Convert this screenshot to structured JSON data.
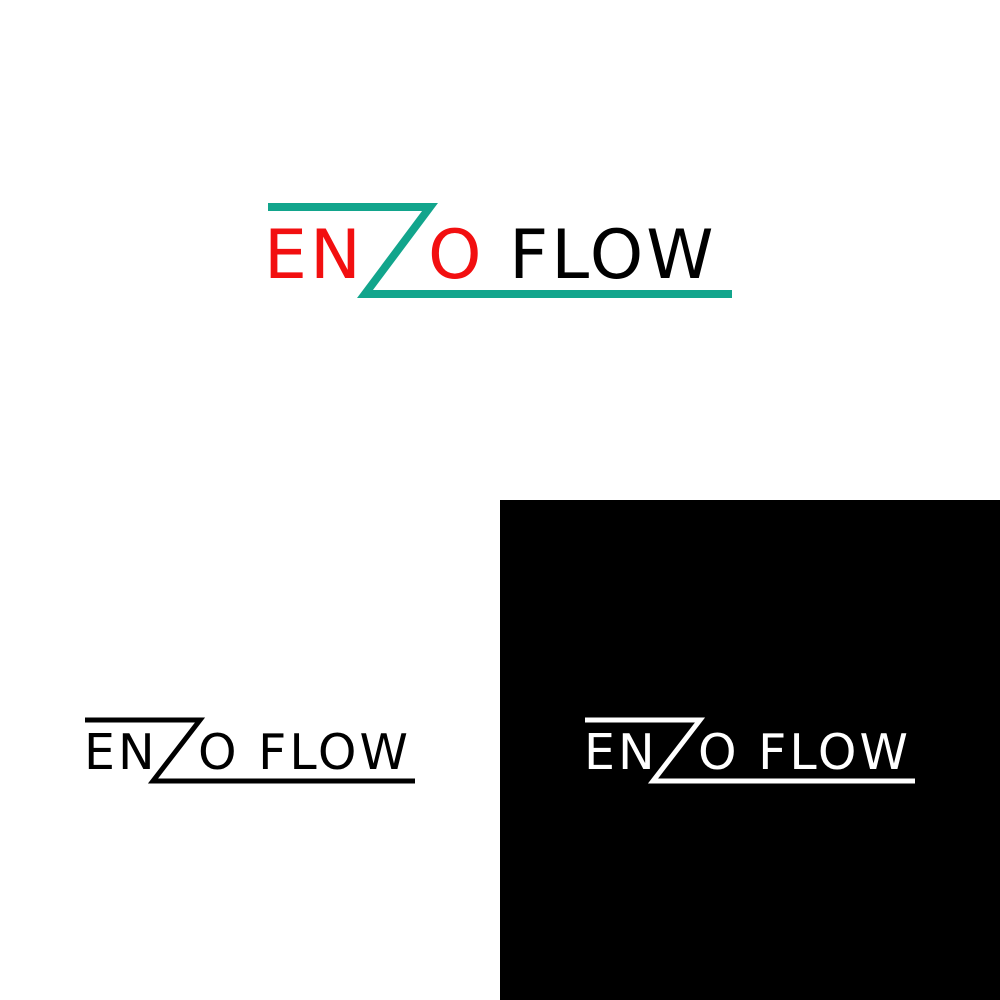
{
  "logos": {
    "primary": {
      "part1": "EN",
      "part2": "O",
      "part3": "FLOW",
      "colors": {
        "part1": "#f20f10",
        "part2": "#f20f10",
        "part3": "#000000",
        "mark": "#12a58c"
      }
    },
    "mono_on_light": {
      "part1": "EN",
      "part2": "O",
      "part3": "FLOW",
      "colors": {
        "text": "#000000",
        "mark": "#000000"
      }
    },
    "mono_on_dark": {
      "part1": "EN",
      "part2": "O",
      "part3": "FLOW",
      "colors": {
        "text": "#ffffff",
        "mark": "#ffffff",
        "background": "#000000"
      }
    }
  }
}
